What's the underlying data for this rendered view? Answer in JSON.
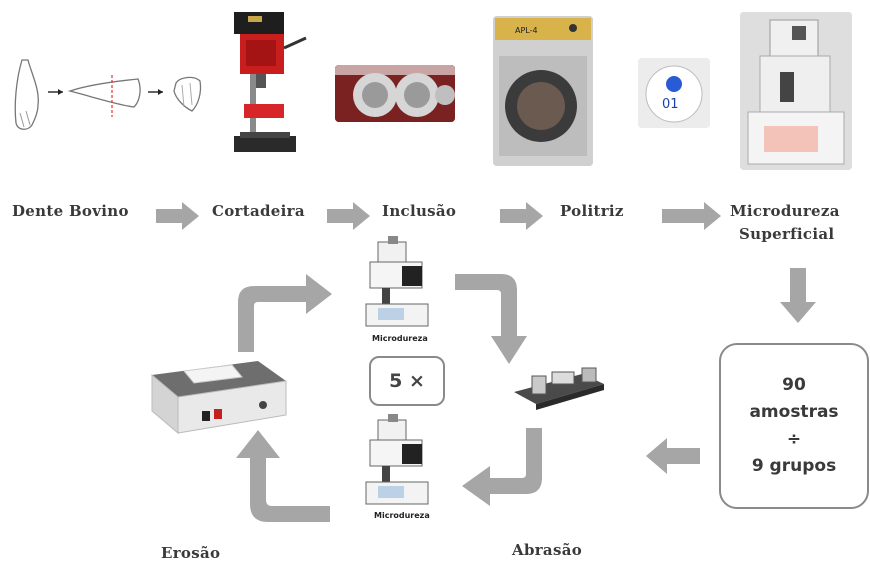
{
  "steps": {
    "dente": "Dente Bovino",
    "cortadeira": "Cortadeira",
    "inclusao": "Inclusão",
    "politriz": "Politriz",
    "microdureza_line1": "Microdureza",
    "microdureza_line2": "Superficial"
  },
  "cycle": {
    "micro_caption_top": "Microdureza",
    "micro_caption_bottom": "Microdureza",
    "erosao": "Erosão",
    "abrasao": "Abrasão",
    "repeat": "5 ×"
  },
  "samples_box": {
    "line1": "90",
    "line2": "amostras",
    "line3": "÷",
    "line4": "9 grupos"
  },
  "politriz_panel_text": "APL-4",
  "sample_label": "01",
  "colors": {
    "arrow": "#a6a6a6",
    "border": "#8a8a8a",
    "text": "#3a3a3a"
  }
}
